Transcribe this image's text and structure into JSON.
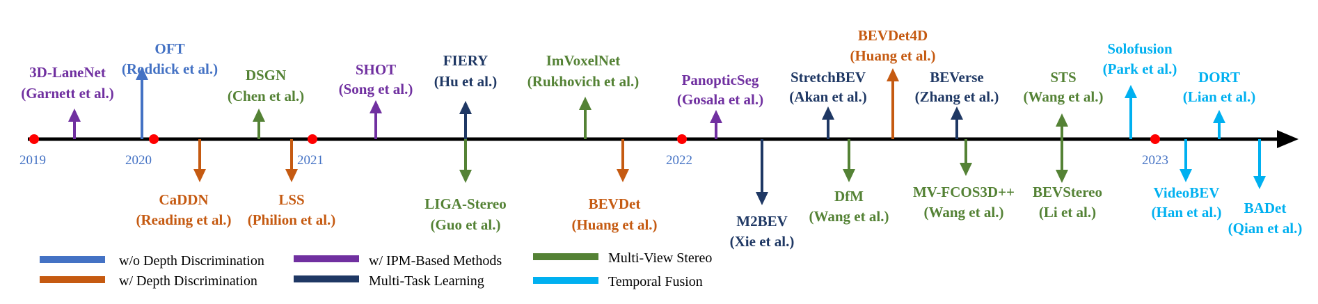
{
  "colors": {
    "no_depth": "#4472c4",
    "depth": "#c55a11",
    "ipm": "#7030a0",
    "multitask": "#1f3864",
    "stereo": "#548235",
    "temporal": "#00b0f0",
    "axis": "#000000",
    "year_dot": "#ff0000",
    "year_text": "#4472c4"
  },
  "years": [
    {
      "id": "2019",
      "label": "2019"
    },
    {
      "id": "2020",
      "label": "2020"
    },
    {
      "id": "2021",
      "label": "2021"
    },
    {
      "id": "2022",
      "label": "2022"
    },
    {
      "id": "2023",
      "label": "2023"
    }
  ],
  "methods": [
    {
      "id": "3d-lanenet",
      "name": "3D-LaneNet",
      "author": "(Garnett et al.)",
      "category": "ipm",
      "dir": "up"
    },
    {
      "id": "oft",
      "name": "OFT",
      "author": "(Roddick et al.)",
      "category": "no_depth",
      "dir": "up"
    },
    {
      "id": "caddn",
      "name": "CaDDN",
      "author": "(Reading et al.)",
      "category": "depth",
      "dir": "down"
    },
    {
      "id": "dsgn",
      "name": "DSGN",
      "author": "(Chen et al.)",
      "category": "stereo",
      "dir": "up"
    },
    {
      "id": "lss",
      "name": "LSS",
      "author": "(Philion et al.)",
      "category": "depth",
      "dir": "down"
    },
    {
      "id": "shot",
      "name": "SHOT",
      "author": "(Song et al.)",
      "category": "ipm",
      "dir": "up"
    },
    {
      "id": "fiery",
      "name": "FIERY",
      "author": "(Hu et al.)",
      "category": "multitask",
      "dir": "up"
    },
    {
      "id": "liga-stereo",
      "name": "LIGA-Stereo",
      "author": "(Guo et al.)",
      "category": "stereo",
      "dir": "down"
    },
    {
      "id": "imvoxelnet",
      "name": "ImVoxelNet",
      "author": "(Rukhovich et al.)",
      "category": "stereo",
      "dir": "up"
    },
    {
      "id": "bevdet",
      "name": "BEVDet",
      "author": "(Huang et al.)",
      "category": "depth",
      "dir": "down"
    },
    {
      "id": "panopticseg",
      "name": "PanopticSeg",
      "author": "(Gosala et al.)",
      "category": "ipm",
      "dir": "up"
    },
    {
      "id": "m2bev",
      "name": "M2BEV",
      "author": "(Xie et al.)",
      "category": "multitask",
      "dir": "down"
    },
    {
      "id": "stretchbev",
      "name": "StretchBEV",
      "author": "(Akan et al.)",
      "category": "multitask",
      "dir": "up"
    },
    {
      "id": "dfm",
      "name": "DfM",
      "author": "(Wang et al.)",
      "category": "stereo",
      "dir": "down"
    },
    {
      "id": "bevdet4d",
      "name": "BEVDet4D",
      "author": "(Huang et al.)",
      "category": "depth",
      "dir": "up"
    },
    {
      "id": "beverse",
      "name": "BEVerse",
      "author": "(Zhang et al.)",
      "category": "multitask",
      "dir": "up"
    },
    {
      "id": "mv-fcos3d",
      "name": "MV-FCOS3D++",
      "author": "(Wang et al.)",
      "category": "stereo",
      "dir": "down"
    },
    {
      "id": "sts",
      "name": "STS",
      "author": "(Wang et al.)",
      "category": "stereo",
      "dir": "up"
    },
    {
      "id": "bevstereo",
      "name": "BEVStereo",
      "author": "(Li et al.)",
      "category": "stereo",
      "dir": "down"
    },
    {
      "id": "solofusion",
      "name": "Solofusion",
      "author": "(Park et al.)",
      "category": "temporal",
      "dir": "up"
    },
    {
      "id": "videobev",
      "name": "VideoBEV",
      "author": "(Han et al.)",
      "category": "temporal",
      "dir": "down"
    },
    {
      "id": "dort",
      "name": "DORT",
      "author": "(Lian et al.)",
      "category": "temporal",
      "dir": "up"
    },
    {
      "id": "badet",
      "name": "BADet",
      "author": "(Qian et al.)",
      "category": "temporal",
      "dir": "down"
    }
  ],
  "legend": [
    {
      "id": "no-depth",
      "category": "no_depth",
      "label": "w/o Depth Discrimination"
    },
    {
      "id": "depth",
      "category": "depth",
      "label": "w/ Depth Discrimination"
    },
    {
      "id": "ipm",
      "category": "ipm",
      "label": "w/ IPM-Based Methods"
    },
    {
      "id": "multitask",
      "category": "multitask",
      "label": "Multi-Task Learning"
    },
    {
      "id": "stereo",
      "category": "stereo",
      "label": "Multi-View Stereo"
    },
    {
      "id": "temporal",
      "category": "temporal",
      "label": "Temporal Fusion"
    }
  ]
}
